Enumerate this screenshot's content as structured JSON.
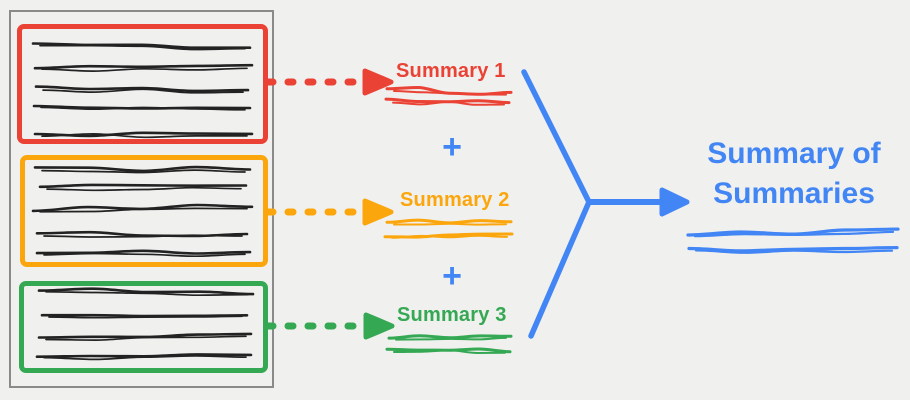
{
  "colors": {
    "red": "#EA4335",
    "orange": "#FBA60D",
    "green": "#34A853",
    "blue": "#4285F4",
    "ink": "#222222",
    "frame": "#8A8A8A",
    "bg": "#F0F0EE"
  },
  "document": {
    "sections": [
      {
        "name": "section-1",
        "color": "red",
        "text_line_count": 5
      },
      {
        "name": "section-2",
        "color": "orange",
        "text_line_count": 5
      },
      {
        "name": "section-3",
        "color": "green",
        "text_line_count": 4
      }
    ]
  },
  "summaries": [
    {
      "label": "Summary 1",
      "color": "red"
    },
    {
      "label": "Summary 2",
      "color": "orange"
    },
    {
      "label": "Summary 3",
      "color": "green"
    }
  ],
  "operators": {
    "plus_1": "+",
    "plus_2": "+"
  },
  "result": {
    "label": "Summary of Summaries",
    "color": "blue"
  },
  "icons": {
    "section_arrows": "dashed-arrow-right",
    "merge_arrow": "converging-arrow-right",
    "text_lines": "hand-drawn-scribble"
  }
}
